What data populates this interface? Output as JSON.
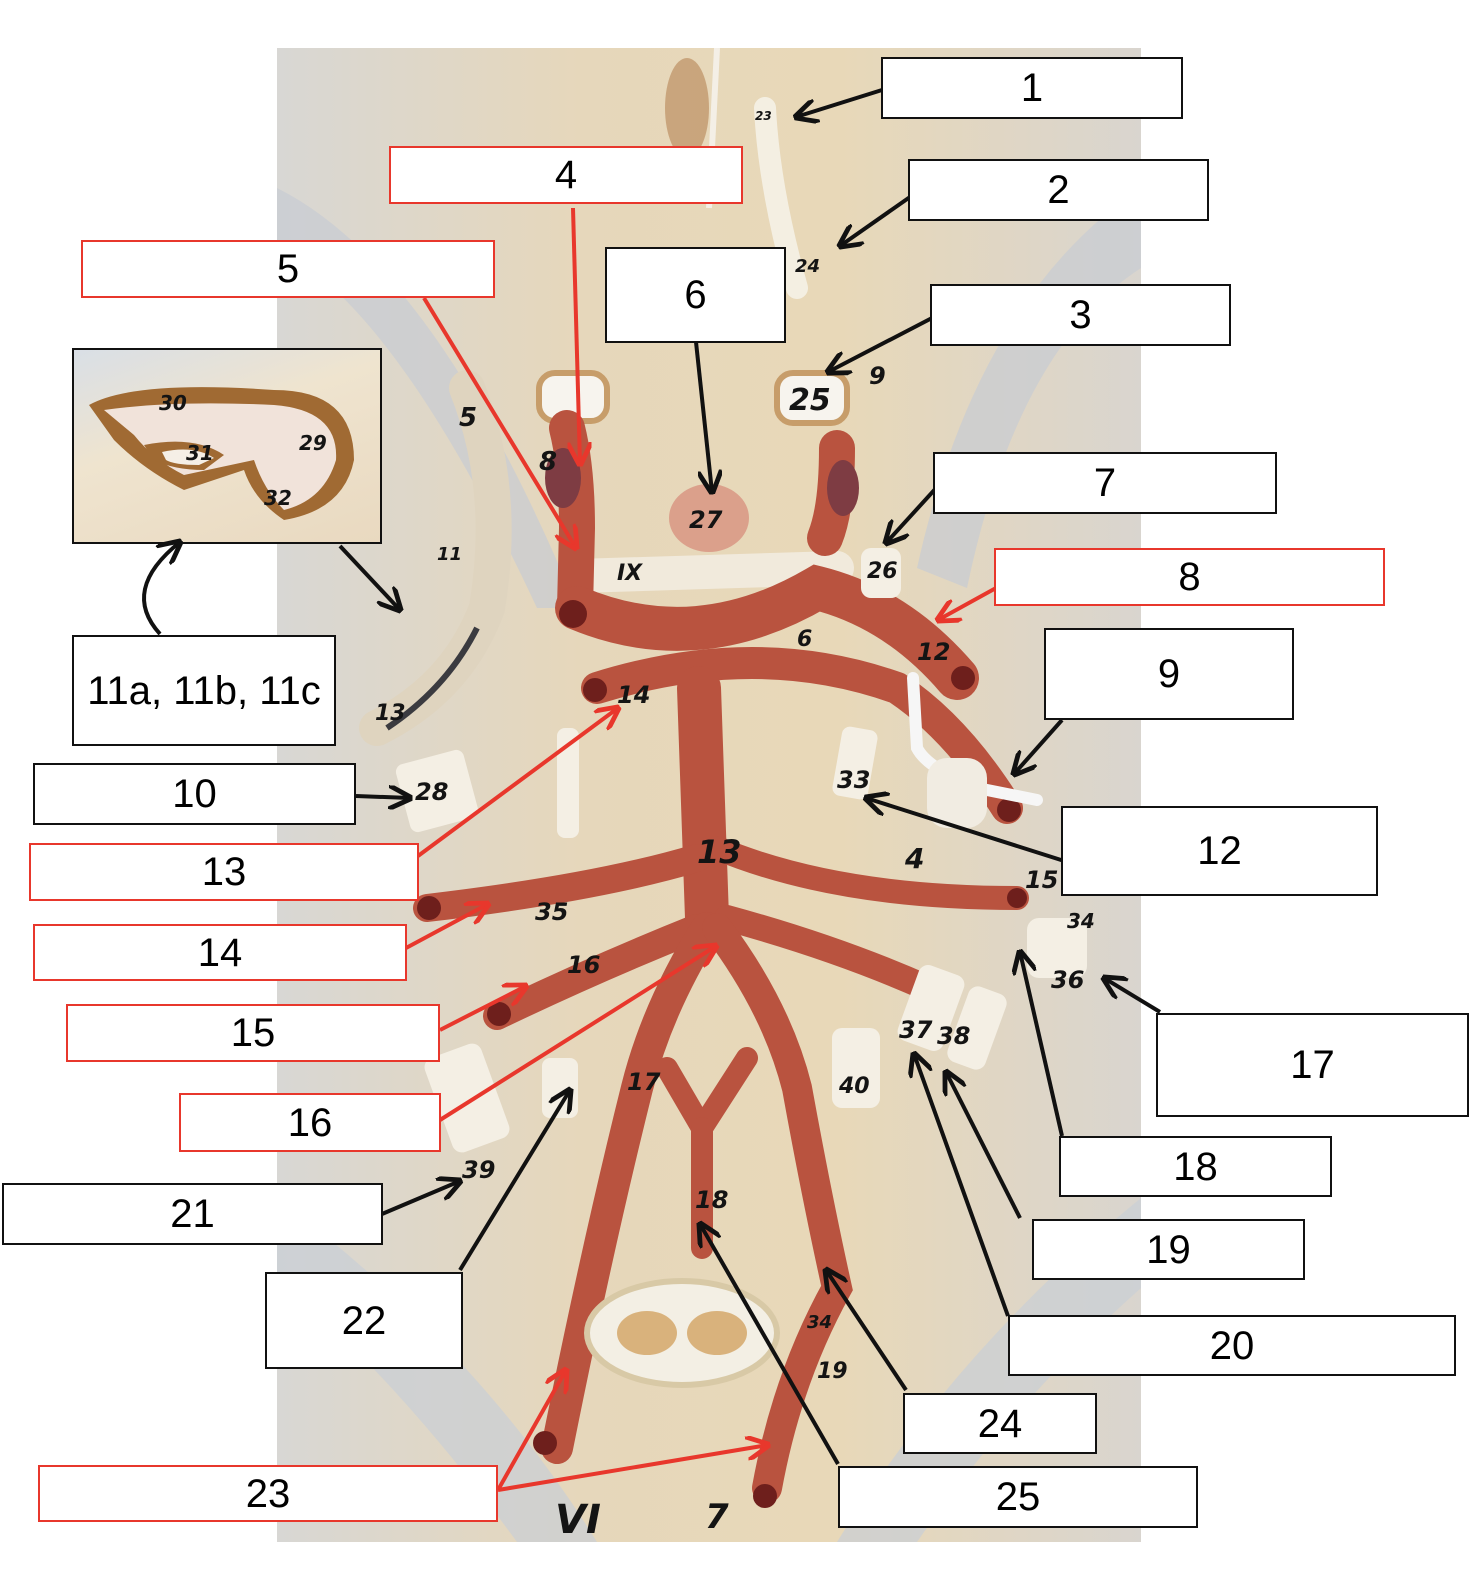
{
  "figure": {
    "type": "labeled anatomy photo",
    "subject": "Brain model, ventral view, arterial circle and cranial nerves",
    "colors": {
      "black_label_border": "#111111",
      "red_label_border": "#e8372c",
      "artery": "#b9533f",
      "artery_stub": "#6e1f1c",
      "nerve": "#f2ece0",
      "background_tissue": "#e2d2b5"
    }
  },
  "labels": [
    {
      "id": "1",
      "text": "1",
      "color": "black"
    },
    {
      "id": "2",
      "text": "2",
      "color": "black"
    },
    {
      "id": "3",
      "text": "3",
      "color": "black"
    },
    {
      "id": "4",
      "text": "4",
      "color": "red"
    },
    {
      "id": "5",
      "text": "5",
      "color": "red"
    },
    {
      "id": "6",
      "text": "6",
      "color": "black"
    },
    {
      "id": "7",
      "text": "7",
      "color": "black"
    },
    {
      "id": "8",
      "text": "8",
      "color": "red"
    },
    {
      "id": "9",
      "text": "9",
      "color": "black"
    },
    {
      "id": "10",
      "text": "10",
      "color": "black"
    },
    {
      "id": "11",
      "text": "11a, 11b, 11c",
      "color": "black"
    },
    {
      "id": "12",
      "text": "12",
      "color": "black"
    },
    {
      "id": "13",
      "text": "13",
      "color": "red"
    },
    {
      "id": "14",
      "text": "14",
      "color": "red"
    },
    {
      "id": "15",
      "text": "15",
      "color": "red"
    },
    {
      "id": "16",
      "text": "16",
      "color": "red"
    },
    {
      "id": "17",
      "text": "17",
      "color": "black"
    },
    {
      "id": "18",
      "text": "18",
      "color": "black"
    },
    {
      "id": "19",
      "text": "19",
      "color": "black"
    },
    {
      "id": "20",
      "text": "20",
      "color": "black"
    },
    {
      "id": "21",
      "text": "21",
      "color": "black"
    },
    {
      "id": "22",
      "text": "22",
      "color": "black"
    },
    {
      "id": "23",
      "text": "23",
      "color": "red"
    },
    {
      "id": "24",
      "text": "24",
      "color": "black"
    },
    {
      "id": "25",
      "text": "25",
      "color": "black"
    }
  ],
  "handwritten_marks": {
    "top_nerve_upper": "23",
    "top_nerve_lower": "24",
    "right_optic_stump": "25",
    "arrow_9": "9",
    "pituitary": "27",
    "left_stump": "8",
    "optic_chiasm": "IX",
    "near_7": "26",
    "posterior_communicating": "12",
    "under_12": "6",
    "basilar_branch_left": "14",
    "basilar": "13",
    "vertebral_region_right": "4",
    "right_cerebellar": "15",
    "left_cerebellar": "35",
    "left_lower_branch": "16",
    "vertebral_left": "17",
    "anterior_spinal": "18",
    "nerve_33": "33",
    "nerve_28": "28",
    "nerve_34": "34",
    "nerve_36": "36",
    "nerve_37": "37",
    "nerve_38": "38",
    "nerve_39": "39",
    "nerve_40": "40",
    "left_tract_5": "5",
    "left_tract_11": "11",
    "left_tract_13": "13",
    "right_lower_spinal_19": "19",
    "right_lower_spinal_34": "34",
    "bottom_left_roman": "VI",
    "bottom_right_mark": "7",
    "inset_30": "30",
    "inset_31": "31",
    "inset_29": "29",
    "inset_32": "32"
  }
}
